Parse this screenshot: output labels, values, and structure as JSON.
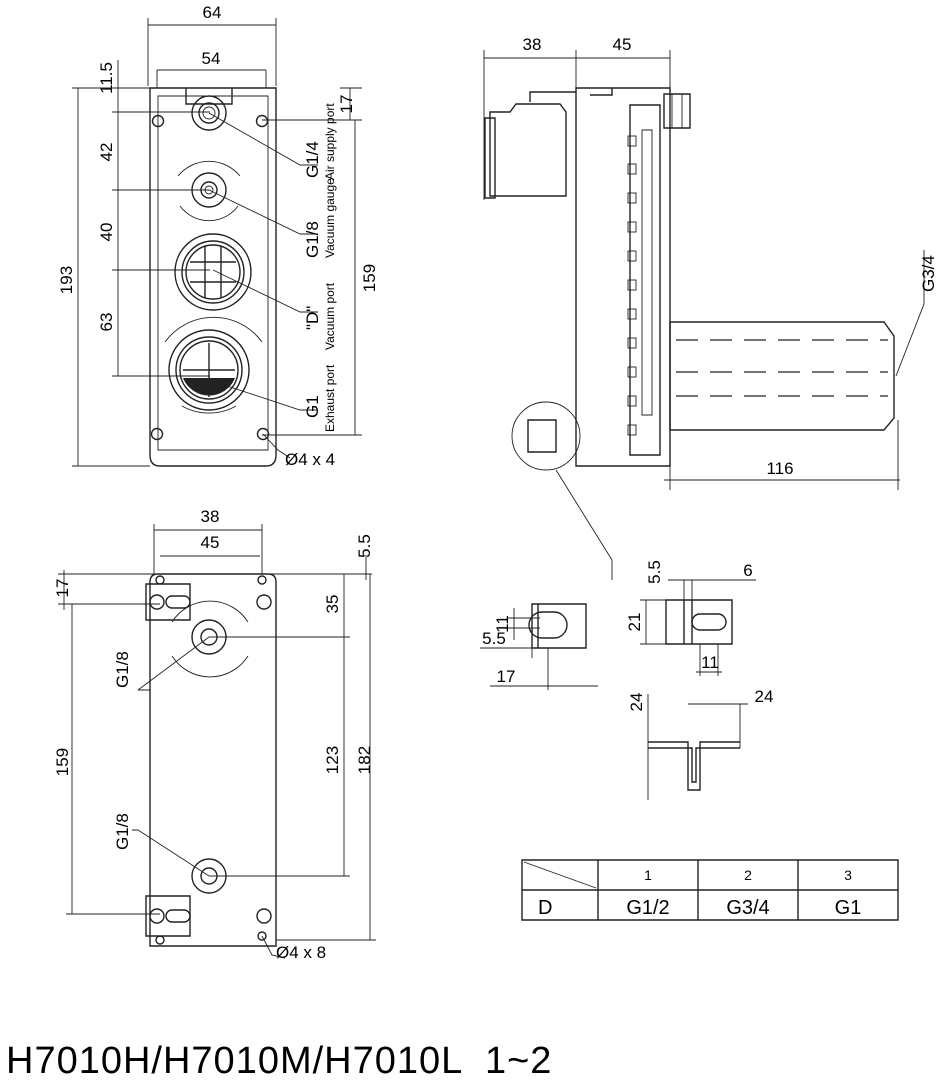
{
  "front_view": {
    "dim_width_outer": "64",
    "dim_width_inner": "54",
    "dim_top_offset": "11.5",
    "dim_height_total": "193",
    "dim_spacing_1": "42",
    "dim_spacing_2": "40",
    "dim_spacing_3": "63",
    "dim_hole_pitch": "159",
    "dim_right_top": "17",
    "port_air_supply": {
      "size": "G1/4",
      "name": "Air supply port"
    },
    "port_vacuum_gauge": {
      "size": "G1/8",
      "name": "Vacuum gauge"
    },
    "port_vacuum": {
      "size": "\"D\"",
      "name": "Vacuum port"
    },
    "port_exhaust": {
      "size": "G1",
      "name": "Exhaust port"
    },
    "mount_holes": "Ø4 x 4"
  },
  "side_view": {
    "dim_depth_left": "38",
    "dim_depth_right": "45",
    "dim_silencer_length": "116",
    "silencer_thread": "G3/4"
  },
  "rear_view": {
    "dim_width_outer": "38",
    "dim_width_inner": "45",
    "dim_top_right": "5.5",
    "dim_top_left": "17",
    "dim_upper": "35",
    "dim_middle": "123",
    "dim_left_height": "159",
    "dim_right_height": "182",
    "port_upper": "G1/8",
    "port_lower": "G1/8",
    "mount_holes": "Ø4 x 8"
  },
  "bracket_detail": {
    "left_slot_width": "11",
    "left_offset": "5.5",
    "left_width": "17",
    "right_top": "5.5",
    "right_thickness": "6",
    "right_height": "21",
    "right_slot": "11",
    "profile_height": "24",
    "profile_width": "24"
  },
  "table": {
    "row_label": "D",
    "headers": [
      "1",
      "2",
      "3"
    ],
    "values": [
      "G1/2",
      "G3/4",
      "G1"
    ]
  },
  "title": "H7010H/H7010M/H7010L  1~2"
}
